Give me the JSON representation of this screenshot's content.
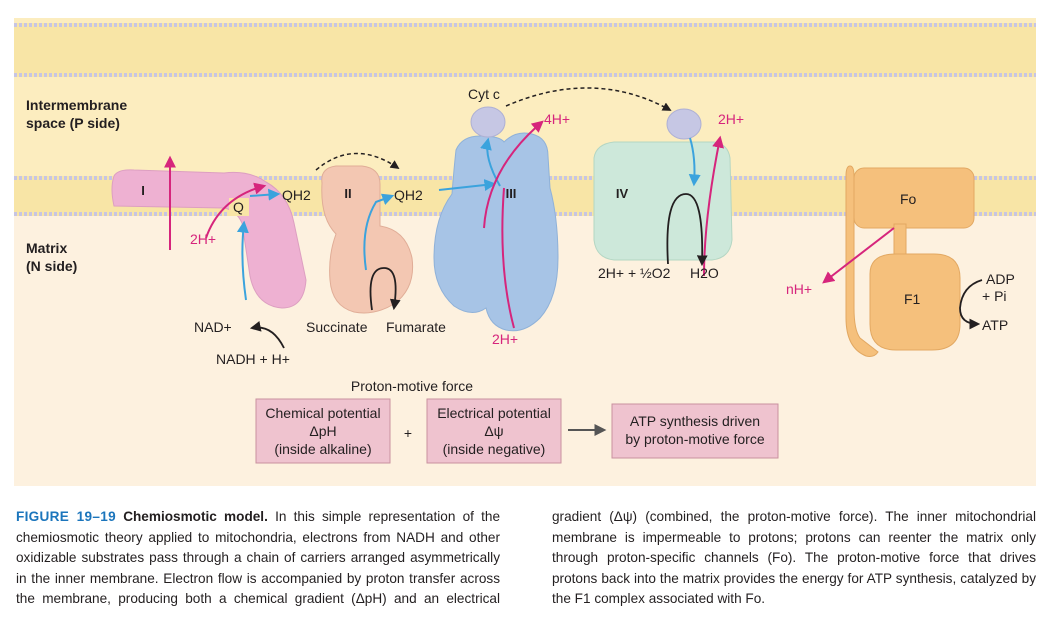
{
  "diagram": {
    "side_labels": {
      "p_line1": "Intermembrane",
      "p_line2": "space (P side)",
      "n_line1": "Matrix",
      "n_line2": "(N side)"
    },
    "complexes": {
      "I": "I",
      "II": "II",
      "III": "III",
      "IV": "IV"
    },
    "carriers": {
      "q": "Q",
      "qh2_a": "QH2",
      "qh2_b": "QH2",
      "cyt_c": "Cyt c"
    },
    "protons": {
      "complex_i": "2H+",
      "complex_iii_out": "4H+",
      "complex_iii_in": "2H+",
      "complex_iv_out": "2H+",
      "complex_iv_in": "2H+ + ½O2",
      "atp_synthase": "nH+"
    },
    "substrates": {
      "nad": "NAD+",
      "nadh": "NADH + H+",
      "succinate": "Succinate",
      "fumarate": "Fumarate",
      "water": "H2O",
      "adp": "ADP",
      "pi": "+ Pi",
      "atp": "ATP",
      "fo": "Fo",
      "f1": "F1"
    },
    "pmf": {
      "heading": "Proton-motive force",
      "chem_line1": "Chemical potential",
      "chem_line2": "ΔpH",
      "chem_line3": "(inside alkaline)",
      "plus": "+",
      "elec_line1": "Electrical potential",
      "elec_line2": "Δψ",
      "elec_line3": "(inside negative)",
      "atp_line1": "ATP synthesis driven",
      "atp_line2": "by proton-motive force"
    },
    "colors": {
      "membrane": "#f8e5a6",
      "p_side": "#fcedbf",
      "n_side": "#fdf1df",
      "complex_i": "#eeb1d2",
      "complex_ii": "#f3c7b2",
      "complex_iii": "#a7c4e6",
      "complex_iv": "#cde8da",
      "cytochrome_c": "#c6c7e4",
      "atp_synthase": "#f5c07c",
      "electron_arrow": "#3ba3dd",
      "proton_arrow": "#d6257c",
      "box_fill": "#efc3cf"
    }
  },
  "caption": {
    "figure_number": "FIGURE 19–19",
    "title": "Chemiosmotic model.",
    "body": "In this simple representation of the chemiosmotic theory applied to mitochondria, electrons from NADH and other oxidizable substrates pass through a chain of carriers arranged asymmetrically in the inner membrane. Electron flow is accompanied by proton transfer across the membrane, producing both a chemical gradient (ΔpH) and an electrical gradient (Δψ) (combined, the proton-motive force). The inner mitochondrial membrane is impermeable to protons; protons can reenter the matrix only through proton-specific channels (Fo). The proton-motive force that drives protons back into the matrix provides the energy for ATP synthesis, catalyzed by the F1 complex associated with Fo."
  }
}
